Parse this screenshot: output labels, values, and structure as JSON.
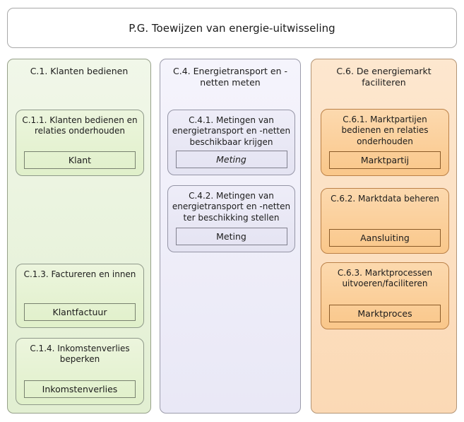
{
  "diagram": {
    "title": "P.G. Toewijzen van energie-uitwisseling",
    "groups": [
      {
        "label": "C.1. Klanten bedienen",
        "theme": "green",
        "capabilities": [
          {
            "label": "C.1.1. Klanten bedienen en relaties onderhouden",
            "object": "Klant",
            "object_style": "normal"
          },
          {
            "label": "C.1.3. Factureren en innen",
            "object": "Klantfactuur",
            "object_style": "normal"
          },
          {
            "label": "C.1.4. Inkomstenverlies beperken",
            "object": "Inkomstenverlies",
            "object_style": "normal"
          }
        ]
      },
      {
        "label": "C.4. Energietransport en -netten meten",
        "theme": "lavender",
        "capabilities": [
          {
            "label": "C.4.1. Metingen van energietransport en -netten beschikbaar krijgen",
            "object": "Meting",
            "object_style": "italic"
          },
          {
            "label": "C.4.2. Metingen van energietransport en -netten ter beschikking stellen",
            "object": "Meting",
            "object_style": "normal"
          }
        ]
      },
      {
        "label": "C.6. De energiemarkt faciliteren",
        "theme": "orange",
        "capabilities": [
          {
            "label": "C.6.1. Marktpartijen bedienen en relaties onderhouden",
            "object": "Marktpartij",
            "object_style": "normal"
          },
          {
            "label": "C.6.2. Marktdata beheren",
            "object": "Aansluiting",
            "object_style": "normal"
          },
          {
            "label": "C.6.3. Marktprocessen uitvoeren/faciliteren",
            "object": "Marktproces",
            "object_style": "normal"
          }
        ]
      }
    ],
    "colors": {
      "green_fill": "#e2efd2",
      "green_sub_fill": "#e4f1d2",
      "lavender_fill": "#e9e8f6",
      "lavender_sub_fill": "#e7e6f4",
      "orange_fill": "#fcdfc0",
      "orange_sub_fill": "#fbcd97",
      "orange_border": "#bb8148",
      "gray_border": "#9a9a9a",
      "text": "#1c1c1c",
      "background": "#ffffff"
    }
  }
}
